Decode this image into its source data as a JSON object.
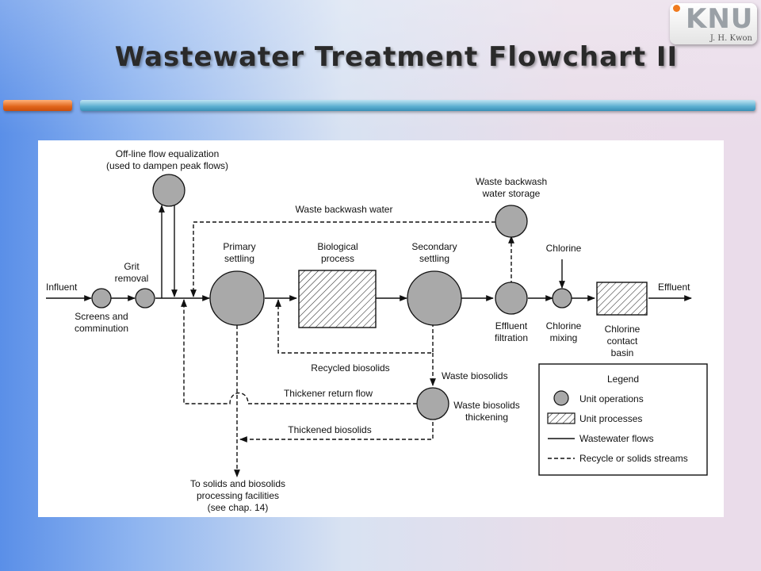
{
  "title": "Wastewater Treatment Flowchart II",
  "logo": {
    "text": "KNU",
    "sub": "J. H. Kwon"
  },
  "colors": {
    "orange_bar": "#e0641a",
    "blue_bar": "#5aaed0",
    "node_fill": "#a9a9a9"
  },
  "diagram": {
    "flow_equalization": [
      "Off-line flow equalization",
      "(used to dampen peak flows)"
    ],
    "influent": "Influent",
    "grit_removal": [
      "Grit",
      "removal"
    ],
    "screens": [
      "Screens and",
      "comminution"
    ],
    "primary_settling": [
      "Primary",
      "settling"
    ],
    "biological_process": [
      "Biological",
      "process"
    ],
    "secondary_settling": [
      "Secondary",
      "settling"
    ],
    "waste_backwash_storage": [
      "Waste backwash",
      "water storage"
    ],
    "waste_backwash_water": "Waste backwash water",
    "chlorine": "Chlorine",
    "effluent": "Effluent",
    "effluent_filtration": [
      "Effluent",
      "filtration"
    ],
    "chlorine_mixing": [
      "Chlorine",
      "mixing"
    ],
    "chlorine_contact": [
      "Chlorine",
      "contact",
      "basin"
    ],
    "recycled_biosolids": "Recycled biosolids",
    "waste_biosolids": "Waste biosolids",
    "thickener_return": "Thickener return flow",
    "waste_biosolids_thickening": [
      "Waste biosolids",
      "thickening"
    ],
    "thickened_biosolids": "Thickened biosolids",
    "solids_processing": [
      "To solids and biosolids",
      "processing facilities",
      "(see chap. 14)"
    ],
    "legend": {
      "title": "Legend",
      "items": [
        "Unit operations",
        "Unit processes",
        "Wastewater flows",
        "Recycle or solids streams"
      ]
    }
  }
}
